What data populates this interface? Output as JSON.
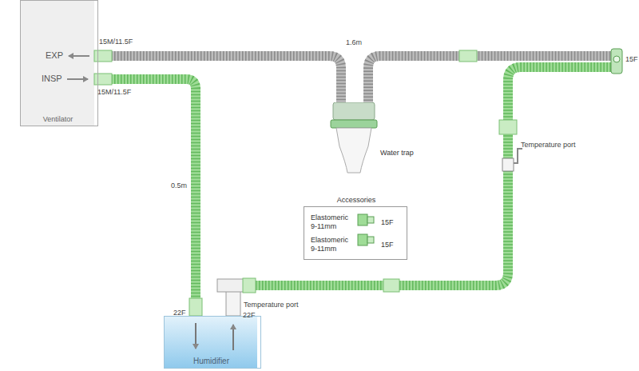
{
  "diagram": {
    "nodes": [
      {
        "text": [
          "EXP",
          "INSP",
          "Ventilator"
        ]
      },
      {
        "text": [
          "Humidifier"
        ]
      },
      {
        "text": [
          "Accessories",
          "Elastomeric 9-11mm",
          "15F",
          "Elastomeric 9-11mm",
          "15F"
        ]
      },
      {
        "text": [
          "Water trap"
        ]
      }
    ],
    "edges": [
      {
        "from": 0,
        "to": 1,
        "arrow": "none"
      },
      {
        "from": 0,
        "to": 3,
        "arrow": "none"
      }
    ],
    "labels": [
      "15M/11.5F",
      "15M/11.5F",
      "1.6m",
      "15F",
      "Temperature port",
      "0.5m",
      "22F",
      "22F",
      "Temperature port"
    ]
  }
}
